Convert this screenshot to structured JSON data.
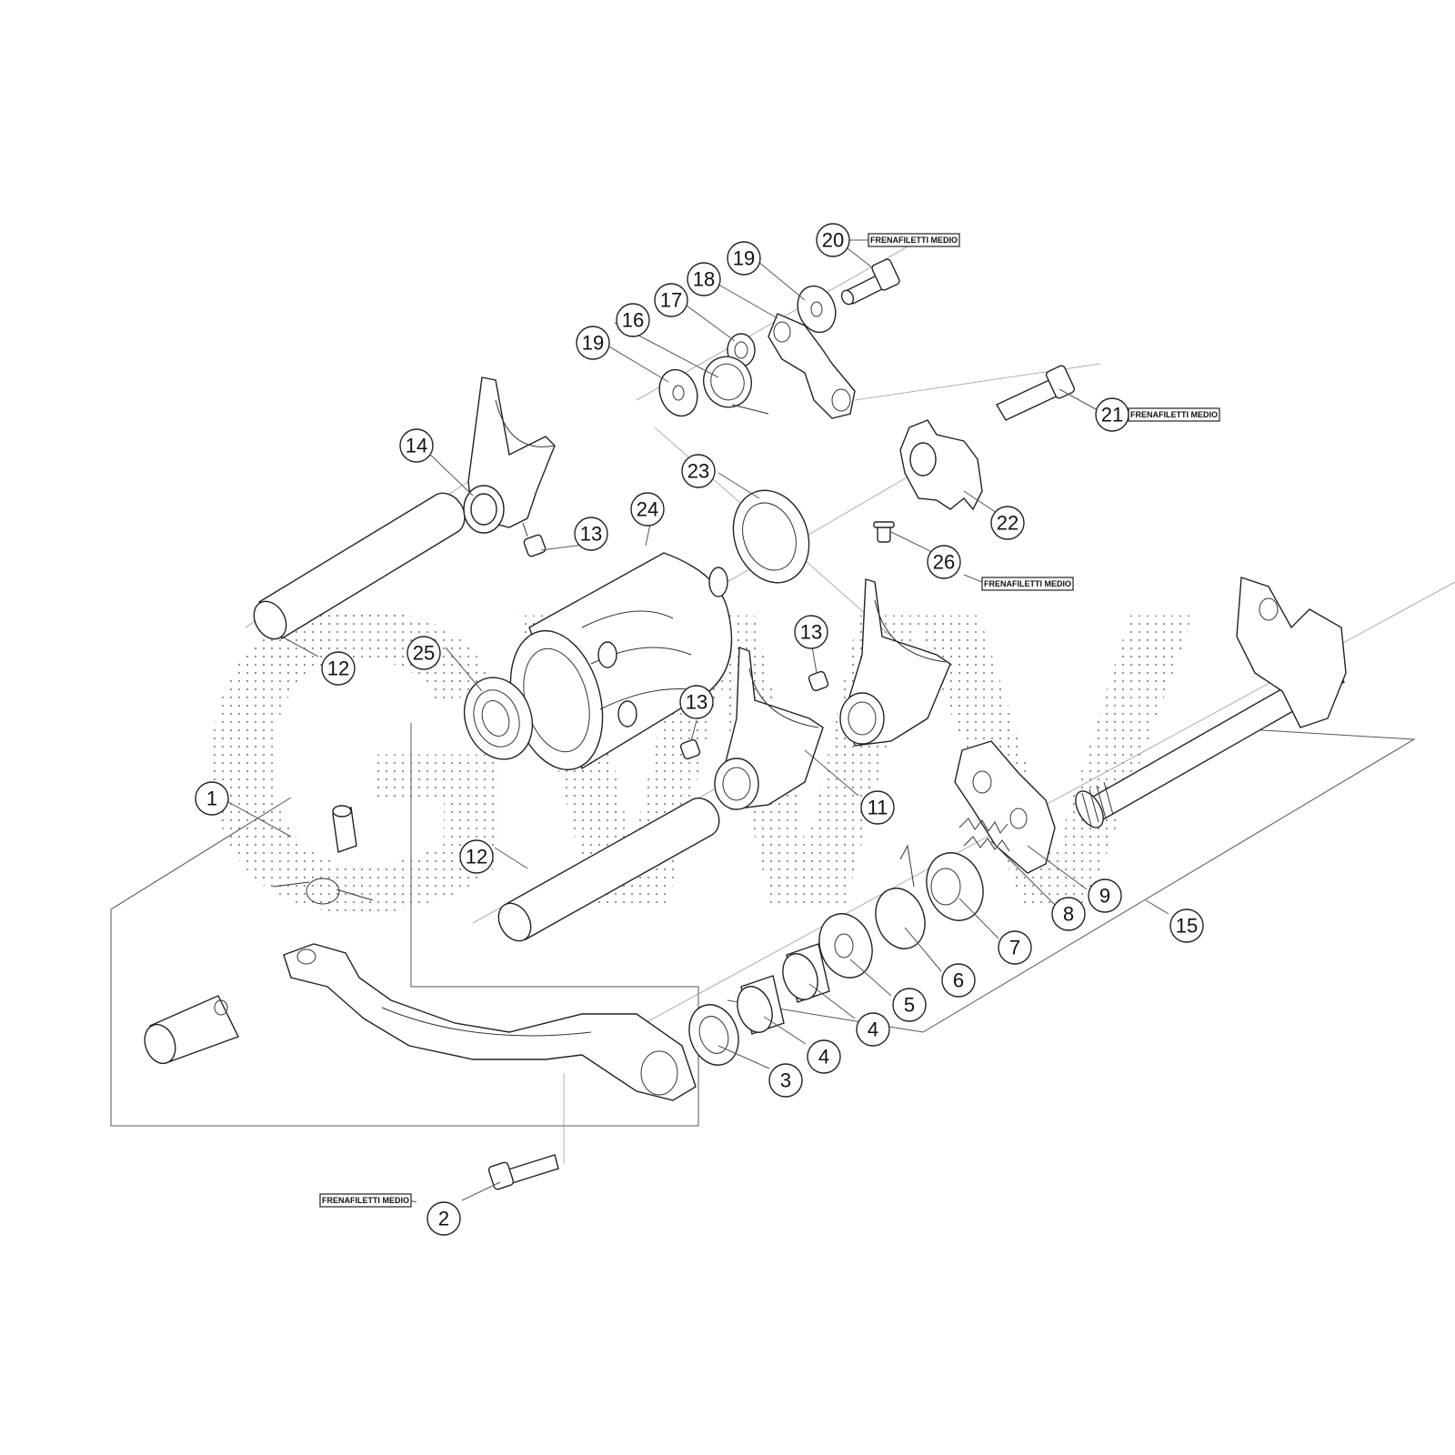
{
  "colors": {
    "ink": "#222222",
    "leader": "#555555",
    "watermark": "#8a8a8a"
  },
  "watermark": {
    "text": "GWV"
  },
  "callouts": [
    {
      "id": "1",
      "label": "1"
    },
    {
      "id": "2",
      "label": "2"
    },
    {
      "id": "3",
      "label": "3"
    },
    {
      "id": "4a",
      "label": "4"
    },
    {
      "id": "4b",
      "label": "4"
    },
    {
      "id": "5",
      "label": "5"
    },
    {
      "id": "6",
      "label": "6"
    },
    {
      "id": "7",
      "label": "7"
    },
    {
      "id": "8",
      "label": "8"
    },
    {
      "id": "9",
      "label": "9"
    },
    {
      "id": "11",
      "label": "11"
    },
    {
      "id": "12a",
      "label": "12"
    },
    {
      "id": "12b",
      "label": "12"
    },
    {
      "id": "13a",
      "label": "13"
    },
    {
      "id": "13b",
      "label": "13"
    },
    {
      "id": "13c",
      "label": "13"
    },
    {
      "id": "14",
      "label": "14"
    },
    {
      "id": "15",
      "label": "15"
    },
    {
      "id": "16",
      "label": "16"
    },
    {
      "id": "17",
      "label": "17"
    },
    {
      "id": "18",
      "label": "18"
    },
    {
      "id": "19a",
      "label": "19"
    },
    {
      "id": "19b",
      "label": "19"
    },
    {
      "id": "20",
      "label": "20"
    },
    {
      "id": "21",
      "label": "21"
    },
    {
      "id": "22",
      "label": "22"
    },
    {
      "id": "23",
      "label": "23"
    },
    {
      "id": "24",
      "label": "24"
    },
    {
      "id": "25",
      "label": "25"
    },
    {
      "id": "26",
      "label": "26"
    }
  ],
  "tags": [
    {
      "id": "t20",
      "text": "FRENAFILETTI MEDIO"
    },
    {
      "id": "t21",
      "text": "FRENAFILETTI MEDIO"
    },
    {
      "id": "t26",
      "text": "FRENAFILETTI MEDIO"
    },
    {
      "id": "t2",
      "text": "FRENAFILETTI MEDIO"
    }
  ]
}
